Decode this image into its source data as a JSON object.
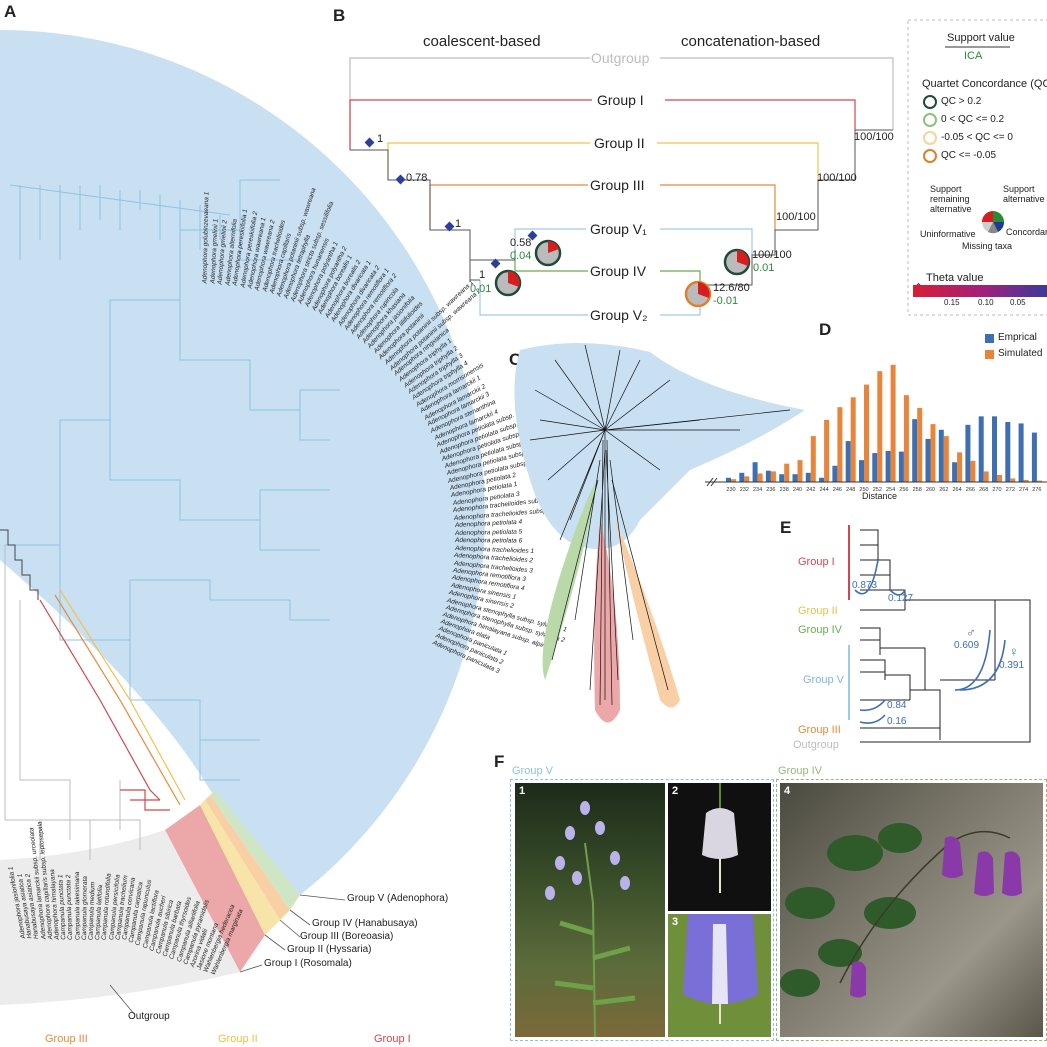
{
  "panels": {
    "a": "A",
    "b": "B",
    "c": "C",
    "d": "D",
    "e": "E",
    "f": "F"
  },
  "panel_a": {
    "group_labels": [
      {
        "text": "Group V (Adenophora)"
      },
      {
        "text": "Group IV (Hanabusaya)"
      },
      {
        "text": "Group III (Boreoasia)"
      },
      {
        "text": "Group II (Hyssaria)"
      },
      {
        "text": "Group I (Rosomala)"
      }
    ],
    "outgroup": "Outgroup",
    "bottom_labels": [
      "Group III",
      "Group II",
      "Group I"
    ],
    "colors": {
      "group_v": "#c9e0f3",
      "group_i": "#eca8a8",
      "group_ii": "#f6e4a8",
      "group_iii": "#f9cfa6",
      "group_iv": "#cfe6c5",
      "outgroup": "#ececec"
    },
    "taxa_upper": [
      "Adenophora golubinzevaeana 1",
      "Adenophora gmelinii 1",
      "Adenophora gmelinii 2",
      "Adenophora alternifolia",
      "Adenophora pereskiifolia 1",
      "Adenophora pereskiifolia 2",
      "Adenophora wawreana 1",
      "Adenophora wawreana 2",
      "Adenophora trachelioides",
      "Adenophora capillaris",
      "Adenophora potaninii subsp. wawreana",
      "Adenophora tetraphylla",
      "Adenophora stricta subsp. sessilifolia",
      "Adenophora hunanensis",
      "Adenophora polyantha 1",
      "Adenophora polyantha 2",
      "Adenophora borealis 1",
      "Adenophora borealis 2",
      "Adenophora divaricata 1",
      "Adenophora divaricata 2",
      "Adenophora remotiflora 1",
      "Adenophora remotiflora 2",
      "Adenophora rupincola",
      "Adenophora khasiana",
      "Adenophora jasionifolia",
      "Adenophora liliifolioides",
      "Adenophora potaninii",
      "Adenophora potaninii subsp. wawreana 1",
      "Adenophora potaninii subsp. wawreana 2",
      "Adenophora ningxianica",
      "Adenophora triphylla 1",
      "Adenophora triphylla 2",
      "Adenophora triphylla 3",
      "Adenophora triphylla 4",
      "Adenophora morrisonensis",
      "Adenophora lamarckii 1",
      "Adenophora lamarckii 2",
      "Adenophora lamarckii 3",
      "Adenophora stenanthina",
      "Adenophora lamarckii 4",
      "Adenophora petiolata subsp. hunanensis 4",
      "Adenophora petiolata subsp. hunanensis 5",
      "Adenophora petiolata subsp. hunanensis 6",
      "Adenophora petiolata subsp. hunanensis 3",
      "Adenophora petiolata subsp. hunanensis 1",
      "Adenophora petiolata subsp. hunanensis 2",
      "Adenophora petiolata 2",
      "Adenophora petiolata 1",
      "Adenophora petiolata 3",
      "Adenophora trachelioides subsp. giangsuensis 2",
      "Adenophora trachelioides subsp. giangsuensis 1",
      "Adenophora petiolata 4",
      "Adenophora petiolata 5",
      "Adenophora petiolata 6",
      "Adenophora trachelioides 1",
      "Adenophora trachelioides 2",
      "Adenophora trachelioides 3",
      "Adenophora remotiflora 3",
      "Adenophora remotiflora 4",
      "Adenophora sinensis 1",
      "Adenophora sinensis 2",
      "Adenophora stenophylla subsp. sylvatica 1",
      "Adenophora stenophylla subsp. sylvatica 2",
      "Adenophora himalayana subsp. alpina",
      "Adenophora elata",
      "Adenophora paniculata 1",
      "Adenophora paniculata 2",
      "Adenophora paniculata 3"
    ],
    "taxa_lower": [
      "Adenophora jasionifolia 1",
      "Hanabusaya asiatica 1",
      "Hanabusaya asiatica 2",
      "Adenophora lamarckii subsp. urceolata",
      "Adenophora capillaris subsp. leptosepala",
      "Adenophora himalayana",
      "Campanula punctata 1",
      "Campanula punctata 2",
      "Campanula takesimana",
      "Campanula glomerata",
      "Campanula medium",
      "Campanula latifolia",
      "Campanula rotundifolia",
      "Campanula persicifolia",
      "Campanula trachelium",
      "Campanula cervicaria",
      "Campanula carpatica",
      "Campanula rapunculus",
      "Campanula lactiflora",
      "Campanula aucheri",
      "Campanula sibirica",
      "Campanula barbata",
      "Campanula thyrsoides",
      "Campanula alliariifolia",
      "Campanula pyramidalis",
      "Azorina vidalii",
      "Jasione montana",
      "Wahlenbergia hederacea",
      "Wahlenbergia marginata"
    ]
  },
  "panel_b": {
    "left_title": "coalescent-based",
    "right_title": "concatenation-based",
    "outgroup": "Outgroup",
    "groups": [
      "Group I",
      "Group II",
      "Group III",
      "Group V₁",
      "Group IV",
      "Group V₂"
    ],
    "group_colors": [
      "#d0484f",
      "#f0c34b",
      "#e58b3a",
      "#9dcbe8",
      "#6aac4f",
      "#9dcbe8"
    ],
    "left_values": [
      {
        "top": "1",
        "bottom": ""
      },
      {
        "top": "0.78",
        "bottom": ""
      },
      {
        "top": "1",
        "bottom": ""
      },
      {
        "top": "0.58",
        "bottom": "0.04"
      },
      {
        "top": "1",
        "bottom": "0.01"
      }
    ],
    "right_values": [
      {
        "top": "100/100",
        "bottom": ""
      },
      {
        "top": "100/100",
        "bottom": ""
      },
      {
        "top": "100/100",
        "bottom": ""
      },
      {
        "top": "100/100",
        "bottom": "0.01"
      },
      {
        "top": "12.6/80",
        "bottom": "-0.01"
      }
    ],
    "legend": {
      "support_title": "Support value",
      "support_sub": "ICA",
      "qc_title": "Quartet Concordance (QC)",
      "qc_items": [
        {
          "label": "QC > 0.2",
          "color": "#1f4a3a"
        },
        {
          "label": "0 < QC <= 0.2",
          "color": "#8fc07a"
        },
        {
          "label": "-0.05 < QC <= 0",
          "color": "#f3d59a"
        },
        {
          "label": "QC <= -0.05",
          "color": "#e07f2b"
        }
      ],
      "pie_labels": [
        "Support remaining alternative",
        "Support alternative",
        "Concordant",
        "Uninformative",
        "Missing taxa"
      ],
      "theta_title": "Theta value",
      "theta_ticks": [
        "0.15",
        "0.10",
        "0.05"
      ]
    }
  },
  "panel_d": {
    "legend": [
      "Emprical",
      "Simulated"
    ],
    "xlabel": "Distance",
    "colors": {
      "empirical": "#3f6fb3",
      "simulated": "#e8853a"
    }
  },
  "chart_data": {
    "type": "bar",
    "xlabel": "Distance",
    "categories": [
      "230",
      "232",
      "234",
      "236",
      "238",
      "240",
      "242",
      "244",
      "246",
      "248",
      "250",
      "252",
      "254",
      "256",
      "258",
      "260",
      "262",
      "264",
      "266",
      "268",
      "270",
      "272",
      "274",
      "276"
    ],
    "series": [
      {
        "name": "Emprical",
        "values": [
          0.6,
          1.3,
          2.8,
          1.6,
          1.1,
          1.1,
          1.3,
          0.6,
          2.3,
          5.8,
          3.1,
          4.1,
          4.4,
          4.3,
          8.9,
          6.1,
          7.4,
          2.8,
          8.1,
          9.3,
          9.3,
          8.5,
          8.3,
          7.0
        ]
      },
      {
        "name": "Simulated",
        "values": [
          0.4,
          0.8,
          1.2,
          1.5,
          2.6,
          3.1,
          6.5,
          8.8,
          10.6,
          12.0,
          13.8,
          15.7,
          16.6,
          12.3,
          10.5,
          8.2,
          6.5,
          4.2,
          3.0,
          1.5,
          1.0,
          0.5,
          0.3,
          0.2
        ]
      }
    ]
  },
  "panel_e": {
    "groups": [
      {
        "label": "Group I",
        "color": "#d0484f"
      },
      {
        "label": "Group II",
        "color": "#f0c34b"
      },
      {
        "label": "Group IV",
        "color": "#6aac4f"
      },
      {
        "label": "Group V",
        "color": "#9dcbe8"
      },
      {
        "label": "Group III",
        "color": "#e58b3a"
      },
      {
        "label": "Outgroup",
        "color": "#bdbdbd"
      }
    ],
    "values": [
      "0.873",
      "0.127",
      "0.609",
      "0.391",
      "0.84",
      "0.16"
    ],
    "male_symbol": "♂",
    "female_symbol": "♀"
  },
  "panel_f": {
    "group_v_label": "Group V",
    "group_iv_label": "Group IV",
    "photo_numbers": [
      "1",
      "2",
      "3",
      "4"
    ]
  }
}
